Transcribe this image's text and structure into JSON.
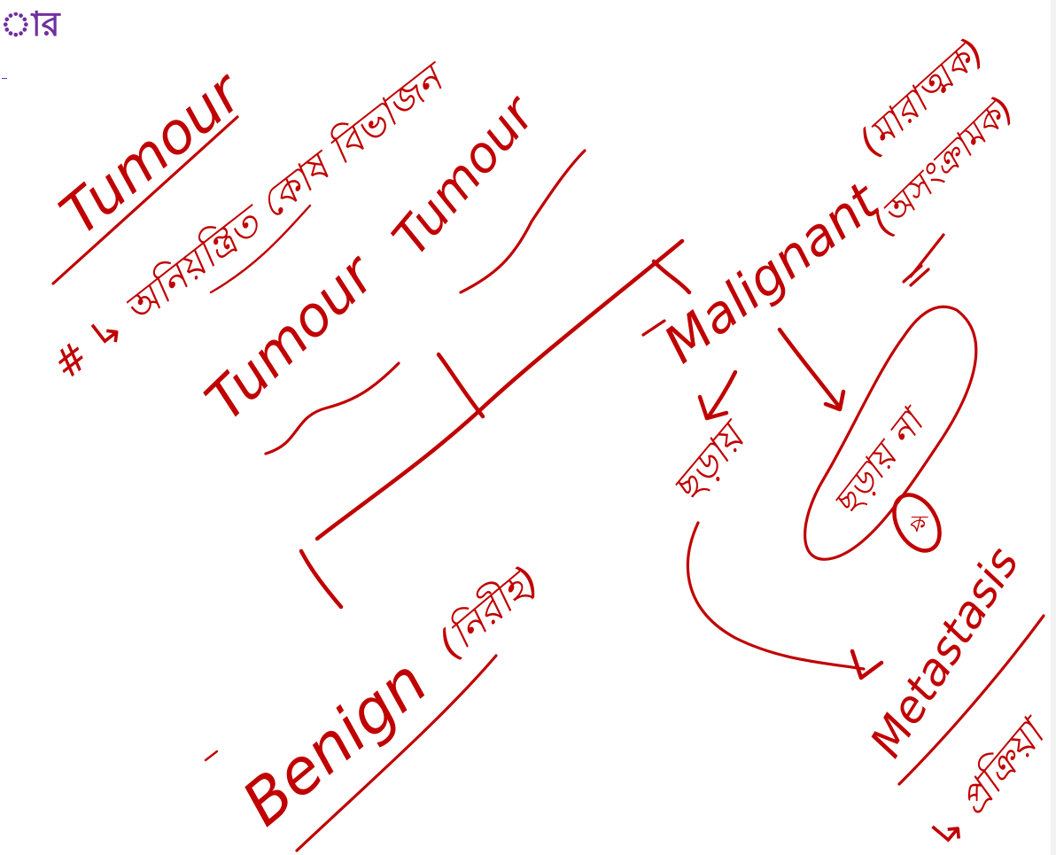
{
  "heading": {
    "visible_fragment": "ার",
    "color": "#7030a0"
  },
  "ink_color": "#c00000",
  "annotations": {
    "tumour_heading": "Tumour",
    "bullet_line": "# ↳ অনিয়ন্ত্রিত কোষ বিভাজন",
    "tumour_center": "Tumour",
    "tumour_right": "Tumour",
    "malignant": "Malignant",
    "malignant_bn": "(মারাত্মক)",
    "malignant_bn2": "(অসংক্রামক)",
    "left_branch": "ছড়ায়",
    "right_branch": "ছড়ায় না",
    "circle_mark": "ক",
    "metastasis": "Metastasis",
    "metastasis_sub": "↳ প্রক্রিয়া",
    "benign": "Benign",
    "benign_bn": "(নিরীহ)"
  }
}
